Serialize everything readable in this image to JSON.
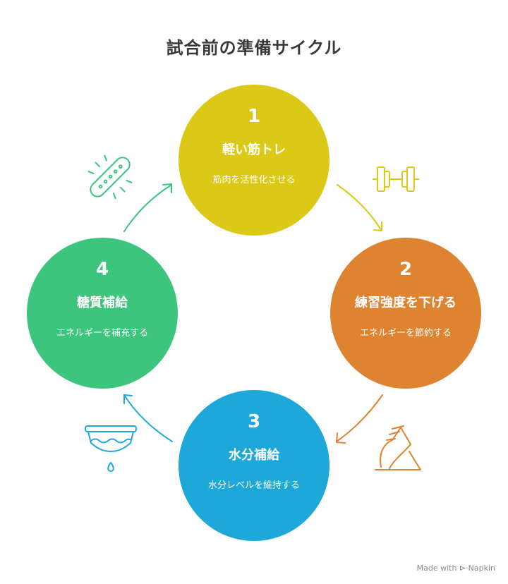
{
  "title": "試合前の準備サイクル",
  "steps": [
    {
      "num": "1",
      "head": "軽い筋トレ",
      "desc": "筋肉を活性化させる",
      "color": "#dcc817",
      "icon": "dumbbell-icon"
    },
    {
      "num": "2",
      "head": "練習強度を下げる",
      "desc": "エネルギーを節約する",
      "color": "#de8330",
      "icon": "sneaker-icon"
    },
    {
      "num": "3",
      "head": "水分補給",
      "desc": "水分レベルを維持する",
      "color": "#1ea8d9",
      "icon": "water-filter-icon"
    },
    {
      "num": "4",
      "head": "糖質補給",
      "desc": "エネルギーを補充する",
      "color": "#3dc57e",
      "icon": "energy-bar-icon"
    }
  ],
  "watermark": "Made with ⊳ Napkin"
}
